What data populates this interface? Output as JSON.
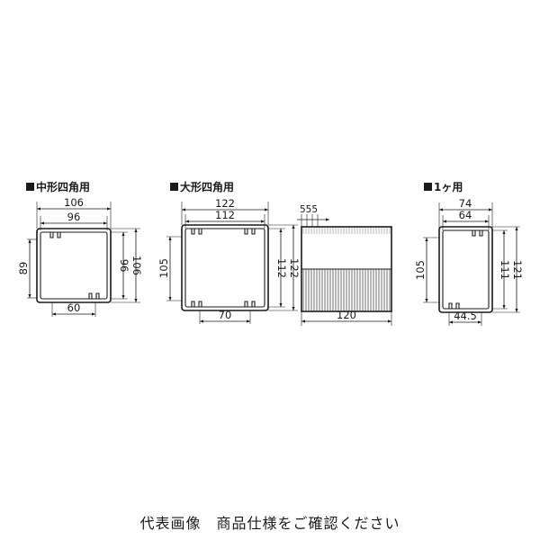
{
  "sections": {
    "medium": {
      "title": "中形四角用",
      "dims": {
        "outer_w": "106",
        "inner_w": "96",
        "bottom_w": "60",
        "left_h": "89",
        "inner_h": "96",
        "outer_h": "106"
      }
    },
    "large": {
      "title": "大形四角用",
      "dims": {
        "outer_w": "122",
        "inner_w": "112",
        "bottom_w": "70",
        "left_h": "105",
        "inner_h": "112",
        "outer_h": "122"
      }
    },
    "side": {
      "dims": {
        "pitch": "555",
        "length": "120"
      }
    },
    "single": {
      "title": "1ヶ用",
      "dims": {
        "outer_w": "74",
        "inner_w": "64",
        "bottom_w": "44.5",
        "left_h": "105",
        "inner_h": "111",
        "outer_h": "121"
      }
    }
  },
  "footer": {
    "text": "代表画像　商品仕様をご確認ください"
  },
  "colors": {
    "ink": "#1a1a1a",
    "background": "#ffffff"
  }
}
